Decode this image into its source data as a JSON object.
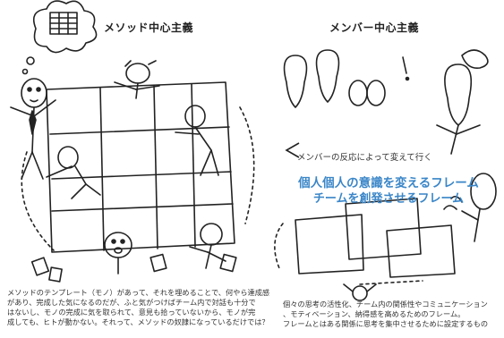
{
  "left_panel": {
    "title": "メソッド中心主義",
    "caption_lines": [
      "メソッドのテンプレート（モノ）があって、それを埋めることで、何やら達成感",
      "があり、完成した気になるのだが、ふと気がつけばチーム内で対話も十分で",
      "はないし、モノの完成に気を取られて、意見も拾っていないから、モノが完",
      "成しても、ヒトが動かない。それって、メソッドの奴隷になっているだけでは？"
    ]
  },
  "right_panel": {
    "title": "メンバー中心主義",
    "change_note": "メンバーの反応によって変えて行く",
    "headline_1": "個人個人の意識を変えるフレーム",
    "headline_2": "チームを創発させるフレーム",
    "caption_lines": [
      "個々の思考の活性化、チーム内の関係性やコミュニケーション",
      "、モティベーション、納得感を高めるためのフレーム。",
      "フレームとはある関係に思考を集中させるために設定するもの"
    ]
  },
  "colors": {
    "headline": "#3a86c8",
    "ink": "#222222"
  }
}
